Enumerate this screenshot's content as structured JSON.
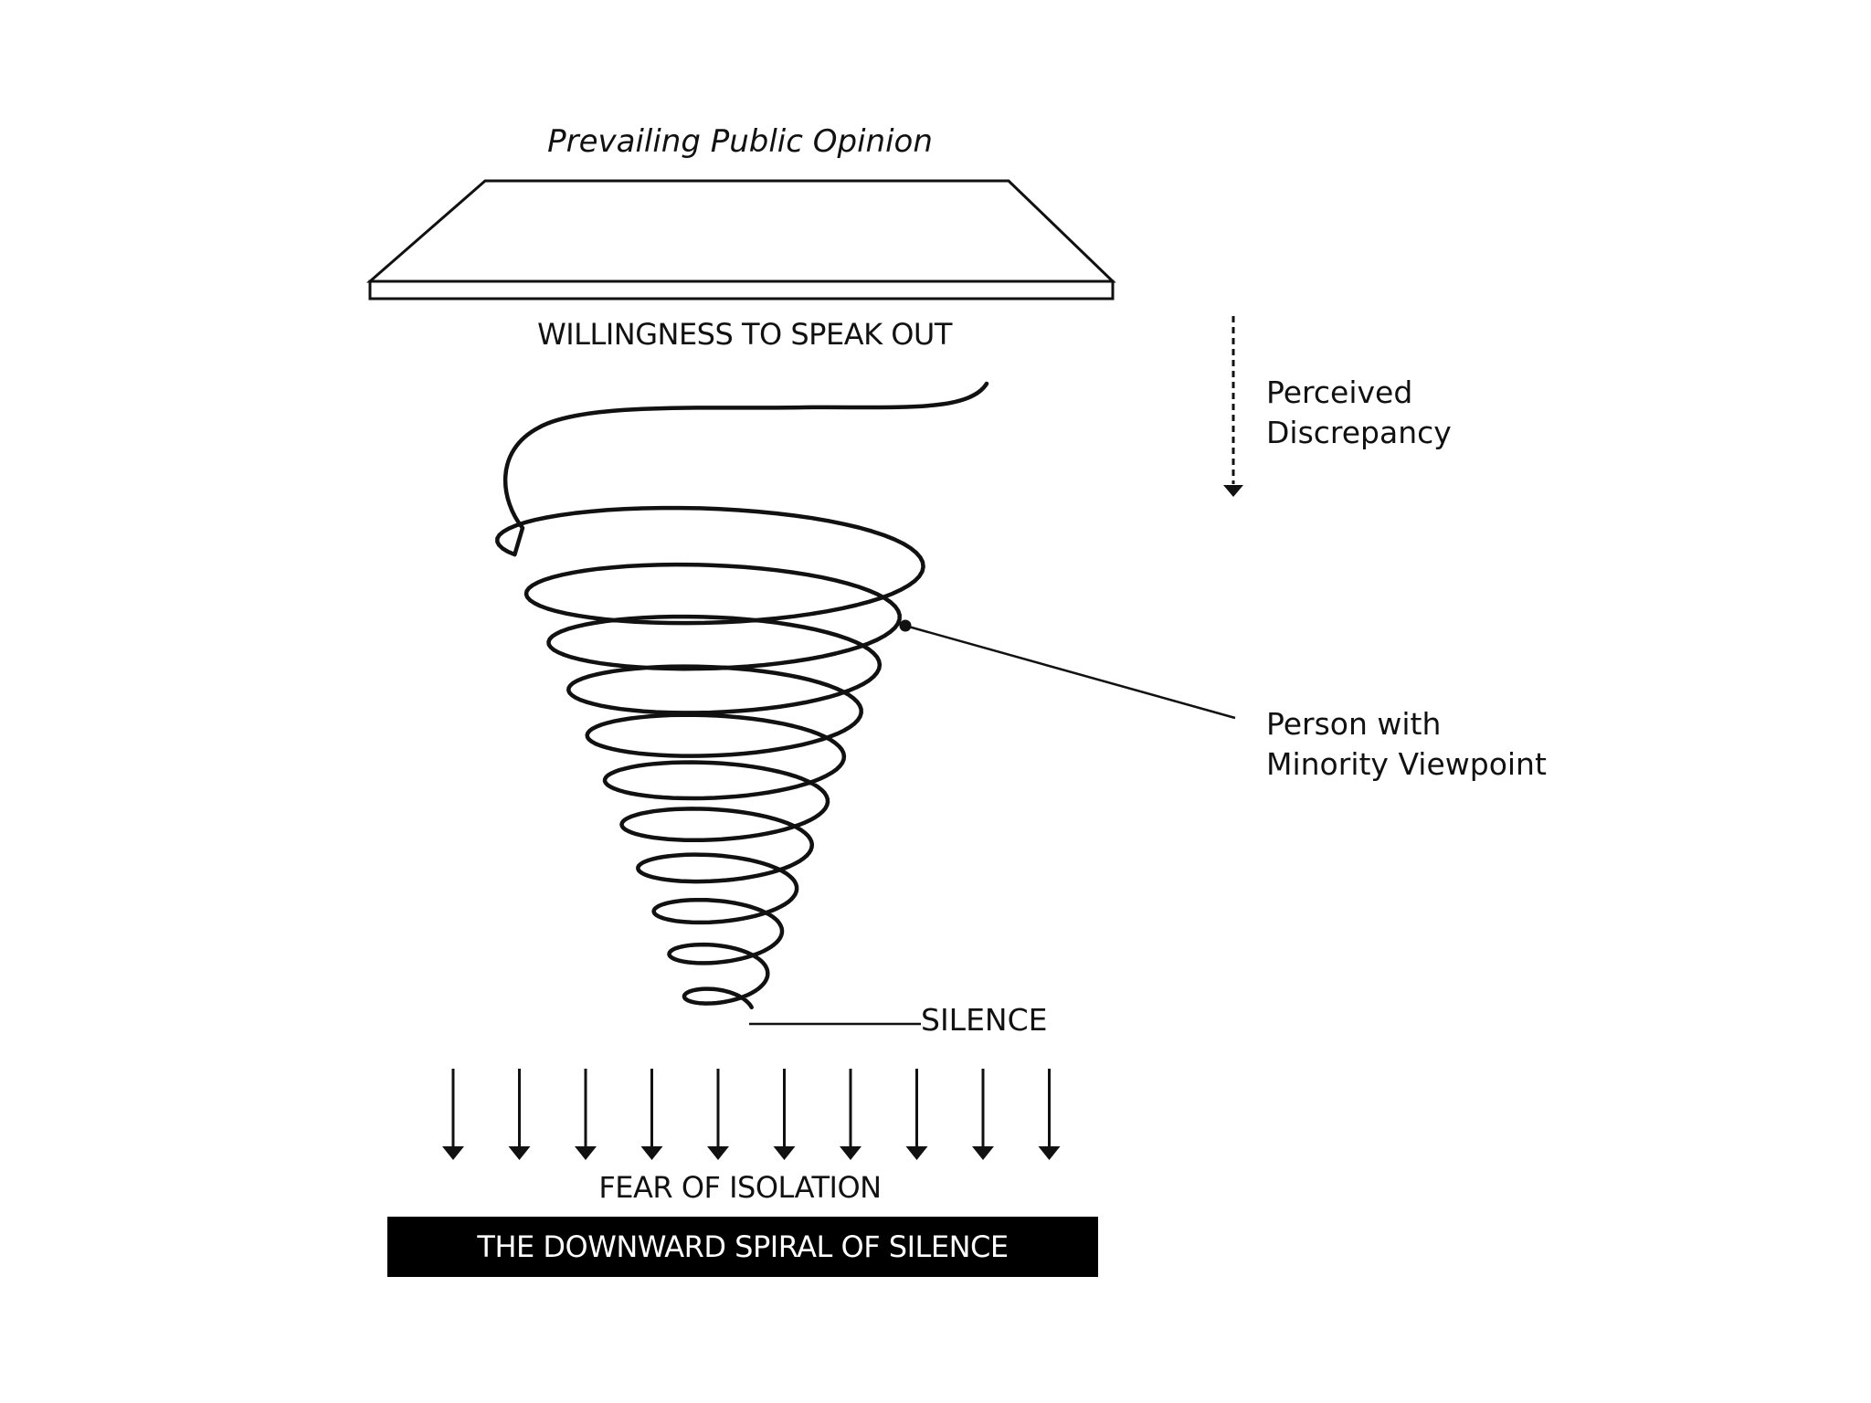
{
  "diagram": {
    "top_title": "Prevailing Public Opinion",
    "willingness_label": "WILLINGNESS TO SPEAK OUT",
    "perceived_discrepancy": [
      "Perceived",
      "Discrepancy"
    ],
    "person_label": [
      "Person with",
      "Minority Viewpoint"
    ],
    "silence_label": "SILENCE",
    "fear_label": "FEAR OF ISOLATION",
    "banner_title": "THE DOWNWARD SPIRAL OF SILENCE",
    "colors": {
      "ink": "#111111",
      "banner_background": "#000000",
      "banner_text": "#ffffff",
      "background": "#ffffff"
    }
  }
}
